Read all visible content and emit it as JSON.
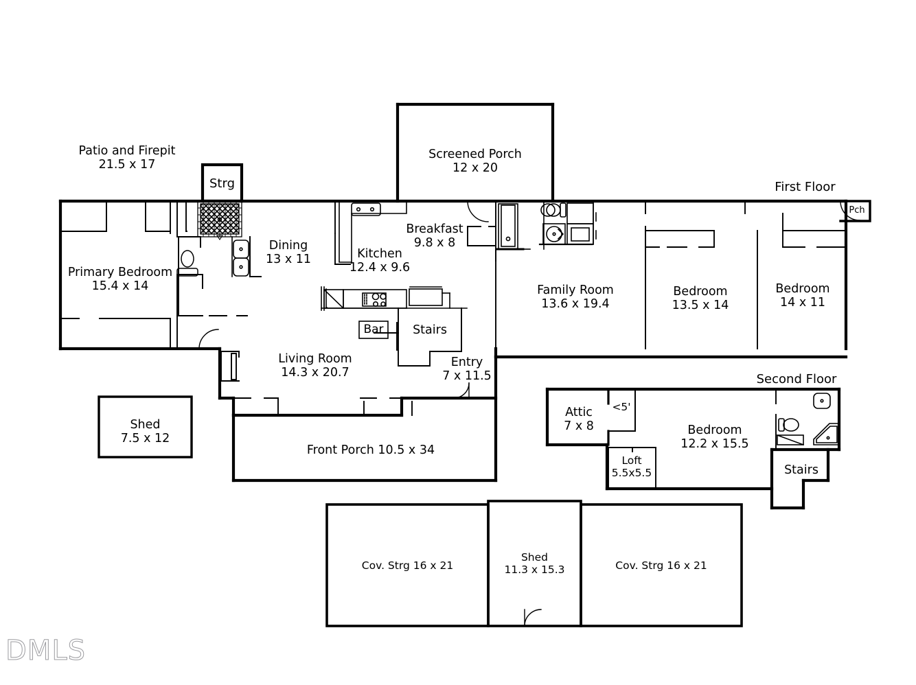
{
  "document": {
    "type": "residential-floor-plan",
    "watermark": "DMLS",
    "background_color": "#ffffff",
    "line_color": "#000000"
  },
  "floors": {
    "first": {
      "label": "First Floor"
    },
    "second": {
      "label": "Second Floor"
    }
  },
  "rooms": {
    "patio_firepit": {
      "name": "Patio and Firepit",
      "dimensions": "21.5 x 17"
    },
    "storage_top": {
      "name": "Strg"
    },
    "screened_porch": {
      "name": "Screened Porch",
      "dimensions": "12 x 20"
    },
    "primary_bedroom": {
      "name": "Primary Bedroom",
      "dimensions": "15.4 x 14"
    },
    "dining": {
      "name": "Dining",
      "dimensions": "13 x 11"
    },
    "kitchen": {
      "name": "Kitchen",
      "dimensions": "12.4 x 9.6"
    },
    "breakfast": {
      "name": "Breakfast",
      "dimensions": "9.8 x 8"
    },
    "family_room": {
      "name": "Family Room",
      "dimensions": "13.6 x 19.4"
    },
    "bedroom_2": {
      "name": "Bedroom",
      "dimensions": "13.5 x 14"
    },
    "bedroom_3": {
      "name": "Bedroom",
      "dimensions": "14 x 11"
    },
    "porch_small": {
      "name": "Pch"
    },
    "bar": {
      "name": "Bar"
    },
    "stairs_first": {
      "name": "Stairs"
    },
    "living_room": {
      "name": "Living Room",
      "dimensions": "14.3 x 20.7"
    },
    "entry": {
      "name": "Entry",
      "dimensions": "7 x 11.5"
    },
    "front_porch": {
      "name": "Front Porch 10.5 x 34"
    },
    "shed_left": {
      "name": "Shed",
      "dimensions": "7.5 x 12"
    },
    "attic": {
      "name": "Attic",
      "dimensions": "7 x 8"
    },
    "low_ceiling": {
      "name": "<5'"
    },
    "bedroom_upstairs": {
      "name": "Bedroom",
      "dimensions": "12.2 x 15.5"
    },
    "loft": {
      "name": "Loft",
      "dimensions": "5.5x5.5"
    },
    "stairs_second": {
      "name": "Stairs"
    },
    "cov_strg_left": {
      "name": "Cov. Strg 16 x 21"
    },
    "shed_center": {
      "name": "Shed",
      "dimensions": "11.3 x 15.3"
    },
    "cov_strg_right": {
      "name": "Cov. Strg 16 x 21"
    }
  }
}
